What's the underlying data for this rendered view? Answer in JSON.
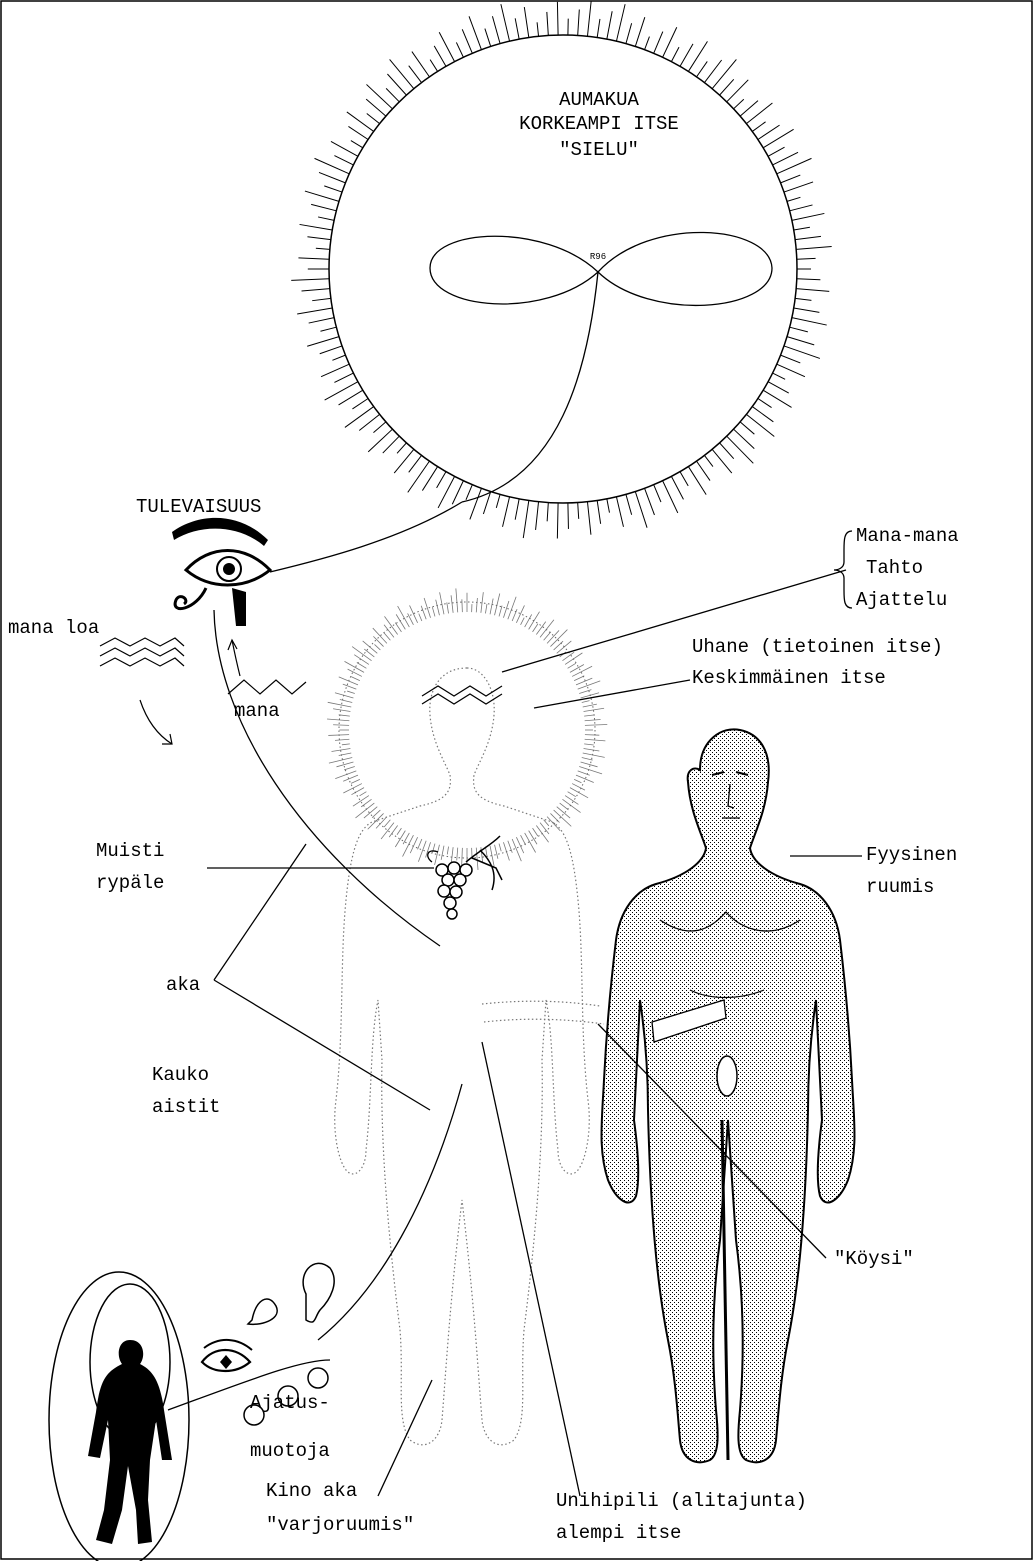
{
  "sun": {
    "line1": "AUMAKUA",
    "line2": "KORKEAMPI ITSE",
    "line3": "\"SIELU\"",
    "mark": "R96"
  },
  "labels": {
    "future": "TULEVAISUUS",
    "mana_loa": "mana loa",
    "mana": "mana",
    "mana_mana": "Mana-mana",
    "will": "Tahto",
    "thinking": "Ajattelu",
    "uhane": "Uhane (tietoinen itse)",
    "middle_self": "Keskimmäinen itse",
    "memory1": "Muisti",
    "memory2": "rypäle",
    "physical1": "Fyysinen",
    "physical2": "ruumis",
    "aka": "aka",
    "kauko1": "Kauko",
    "kauko2": "aistit",
    "rope": "\"Köysi\"",
    "thought1": "Ajatus-",
    "thought2": "muotoja",
    "kino1": "Kino aka",
    "kino2": "\"varjoruumis\"",
    "unihipili1": "Unihipili (alitajunta)",
    "unihipili2": "alempi itse"
  },
  "colors": {
    "ink": "#000000",
    "paper": "#ffffff",
    "stipple": "#9a9a9a"
  }
}
